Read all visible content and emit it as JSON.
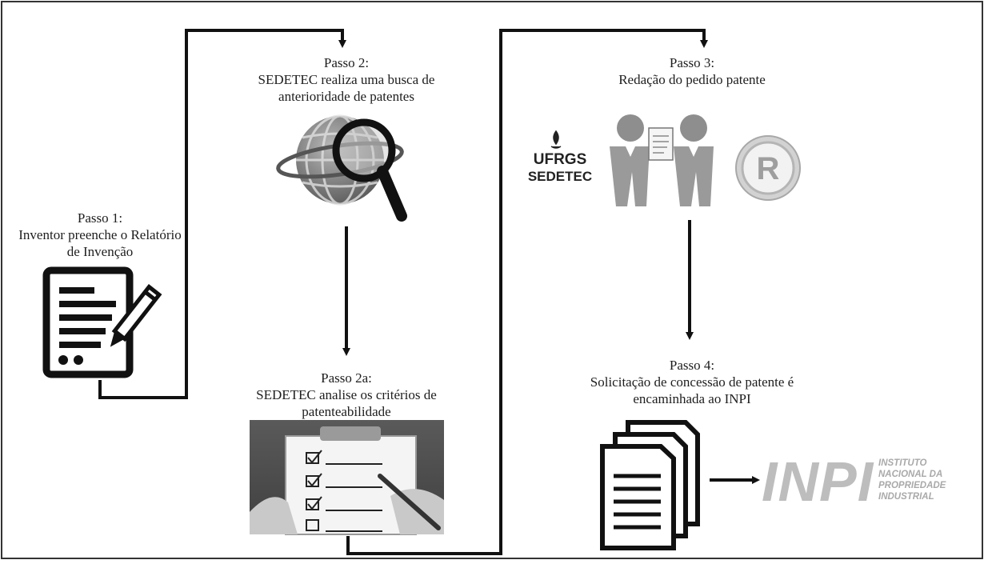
{
  "steps": {
    "step1": {
      "title": "Passo 1:",
      "line1": "Inventor preenche o Relatório",
      "line2": "de Invenção"
    },
    "step2": {
      "title": "Passo 2:",
      "line1": "SEDETEC realiza  uma busca de",
      "line2": "anterioridade  de patentes"
    },
    "step2a": {
      "title": "Passo 2a:",
      "line1": "SEDETEC analise  os critérios  de",
      "line2": "patenteabilidade"
    },
    "step3": {
      "title": "Passo 3:",
      "line1": "Redação do pedido patente"
    },
    "step4": {
      "title": "Passo 4:",
      "line1": "Solicitação de concessão de patente é",
      "line2": "encaminhada ao INPI"
    }
  },
  "logos": {
    "ufrgs": "UFRGS",
    "sedetec": "SEDETEC",
    "registered": "R",
    "inpi": "INPI",
    "inpi_line1": "INSTITUTO",
    "inpi_line2": "NACIONAL DA",
    "inpi_line3": "PROPRIEDADE",
    "inpi_line4": "INDUSTRIAL"
  },
  "colors": {
    "arrow": "#111111",
    "icon_dark": "#2b2b2b",
    "icon_mid": "#8c8c8c",
    "icon_light": "#c8c8c8",
    "inpi_gray": "#bdbdbd"
  }
}
